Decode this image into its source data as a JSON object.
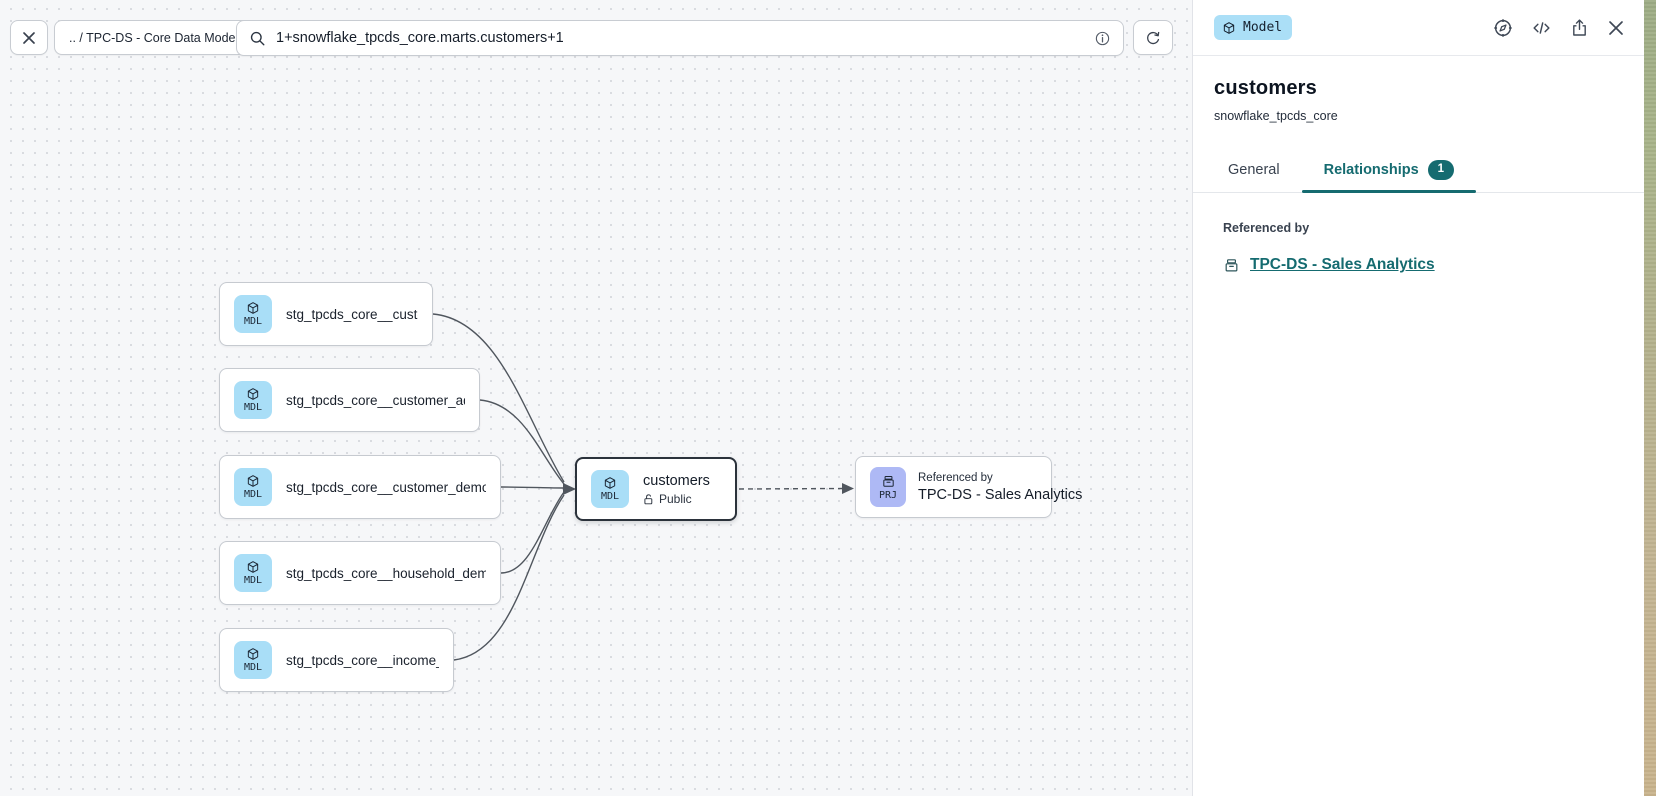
{
  "toolbar": {
    "breadcrumb": ".. / TPC-DS - Core Data Models",
    "search_value": "1+snowflake_tpcds_core.marts.customers+1"
  },
  "canvas": {
    "nodes": [
      {
        "badge": "MDL",
        "label": "stg_tpcds_core__customer"
      },
      {
        "badge": "MDL",
        "label": "stg_tpcds_core__customer_address"
      },
      {
        "badge": "MDL",
        "label": "stg_tpcds_core__customer_demogra…"
      },
      {
        "badge": "MDL",
        "label": "stg_tpcds_core__household_demogr…"
      },
      {
        "badge": "MDL",
        "label": "stg_tpcds_core__income_band"
      }
    ],
    "center_node": {
      "badge": "MDL",
      "title": "customers",
      "visibility": "Public"
    },
    "project_node": {
      "badge": "PRJ",
      "caption": "Referenced by",
      "title": "TPC-DS - Sales Analytics"
    }
  },
  "panel": {
    "type_badge": "Model",
    "title": "customers",
    "subtitle": "snowflake_tpcds_core",
    "tabs": [
      {
        "label": "General"
      },
      {
        "label": "Relationships",
        "badge": "1"
      }
    ],
    "section": {
      "referenced_by_label": "Referenced by",
      "link_text": "TPC-DS - Sales Analytics"
    }
  },
  "icons": [
    "close-icon",
    "search-icon",
    "info-icon",
    "refresh-icon",
    "cube-icon",
    "lock-open-icon",
    "project-icon",
    "compass-icon",
    "code-icon",
    "share-icon"
  ],
  "colors": {
    "accent_teal": "#156b70",
    "model_badge_bg": "#a9def7",
    "project_badge_bg": "#aeb9f5",
    "edge": "#50565e",
    "canvas_bg": "#f6f7f9"
  }
}
